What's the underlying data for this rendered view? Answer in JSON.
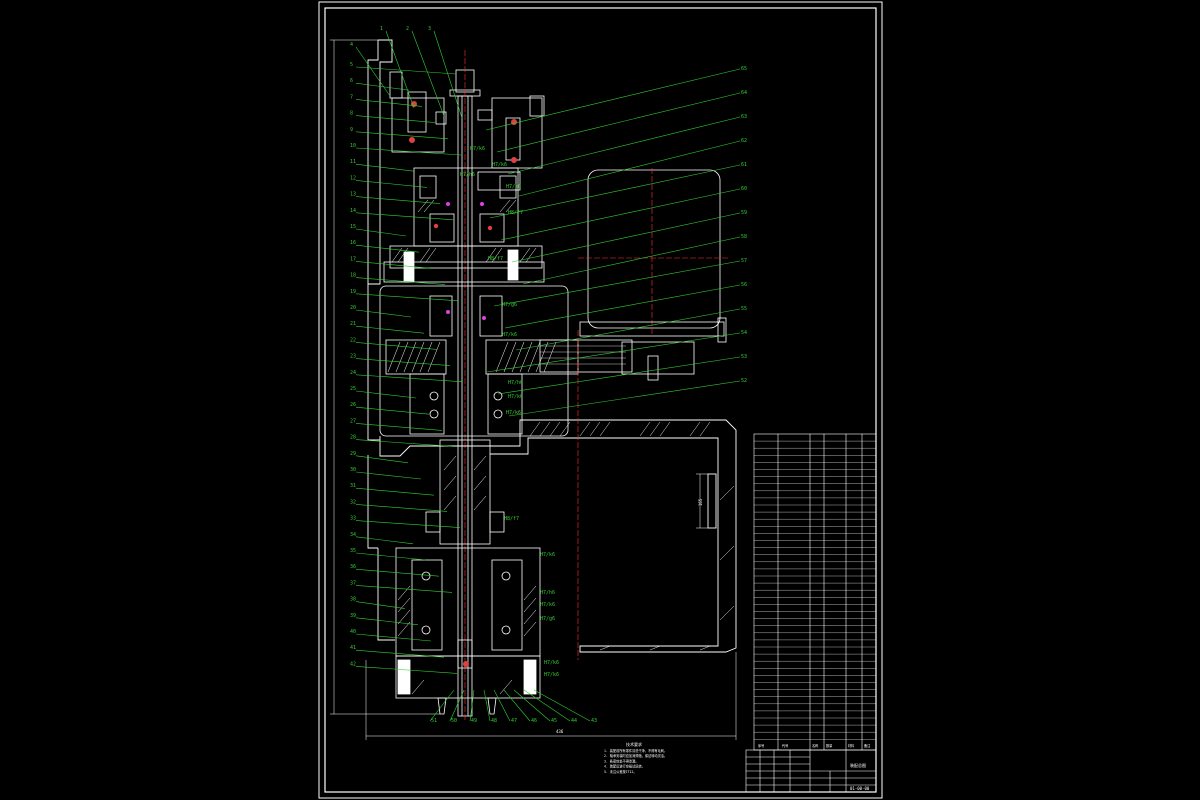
{
  "drawing": {
    "dimension_overall_width": "436",
    "dimension_window_height": "165",
    "tech_requirements_title": "技术要求",
    "tech_requirements": [
      "1. 装配前所有零件清洗干净，不得有毛刺。",
      "2. 轴承安装时应加润滑脂，保证转动灵活。",
      "3. 各密封处不得渗漏。",
      "4. 装配后进行空载试运转。",
      "5. 未注公差按IT12。"
    ],
    "left_callouts": [
      "1",
      "2",
      "3",
      "4",
      "5",
      "6",
      "7",
      "8",
      "9",
      "10",
      "11",
      "12",
      "13",
      "14",
      "15",
      "16",
      "17",
      "18",
      "19",
      "20",
      "21",
      "22",
      "23",
      "24",
      "25",
      "26",
      "27",
      "28",
      "29",
      "30",
      "31",
      "32",
      "33",
      "34",
      "35",
      "36",
      "37",
      "38",
      "39",
      "40",
      "41",
      "42"
    ],
    "right_callouts": [
      "65",
      "64",
      "63",
      "62",
      "61",
      "60",
      "59",
      "58",
      "57",
      "56",
      "55",
      "54",
      "53",
      "52",
      "51",
      "50",
      "49",
      "48",
      "47",
      "46",
      "45",
      "44",
      "43"
    ],
    "fit_marks": [
      "H7/k6",
      "H7/k6",
      "H8/f7",
      "H7/g6",
      "H7/k6",
      "H7/h6",
      "H7/k6",
      "H7/k6",
      "H8/f7",
      "H7/k6",
      "H7/h6",
      "H7/k6",
      "H7/g6",
      "H7/k6",
      "H7/k6",
      "H8/f7",
      "H7/k6",
      "H7/h6"
    ],
    "title_block": {
      "drawing_title": "装配总图",
      "drawing_number": "01-00-00"
    },
    "parts_list_header": [
      "序号",
      "代号",
      "名称",
      "数量",
      "材料",
      "备注"
    ]
  }
}
